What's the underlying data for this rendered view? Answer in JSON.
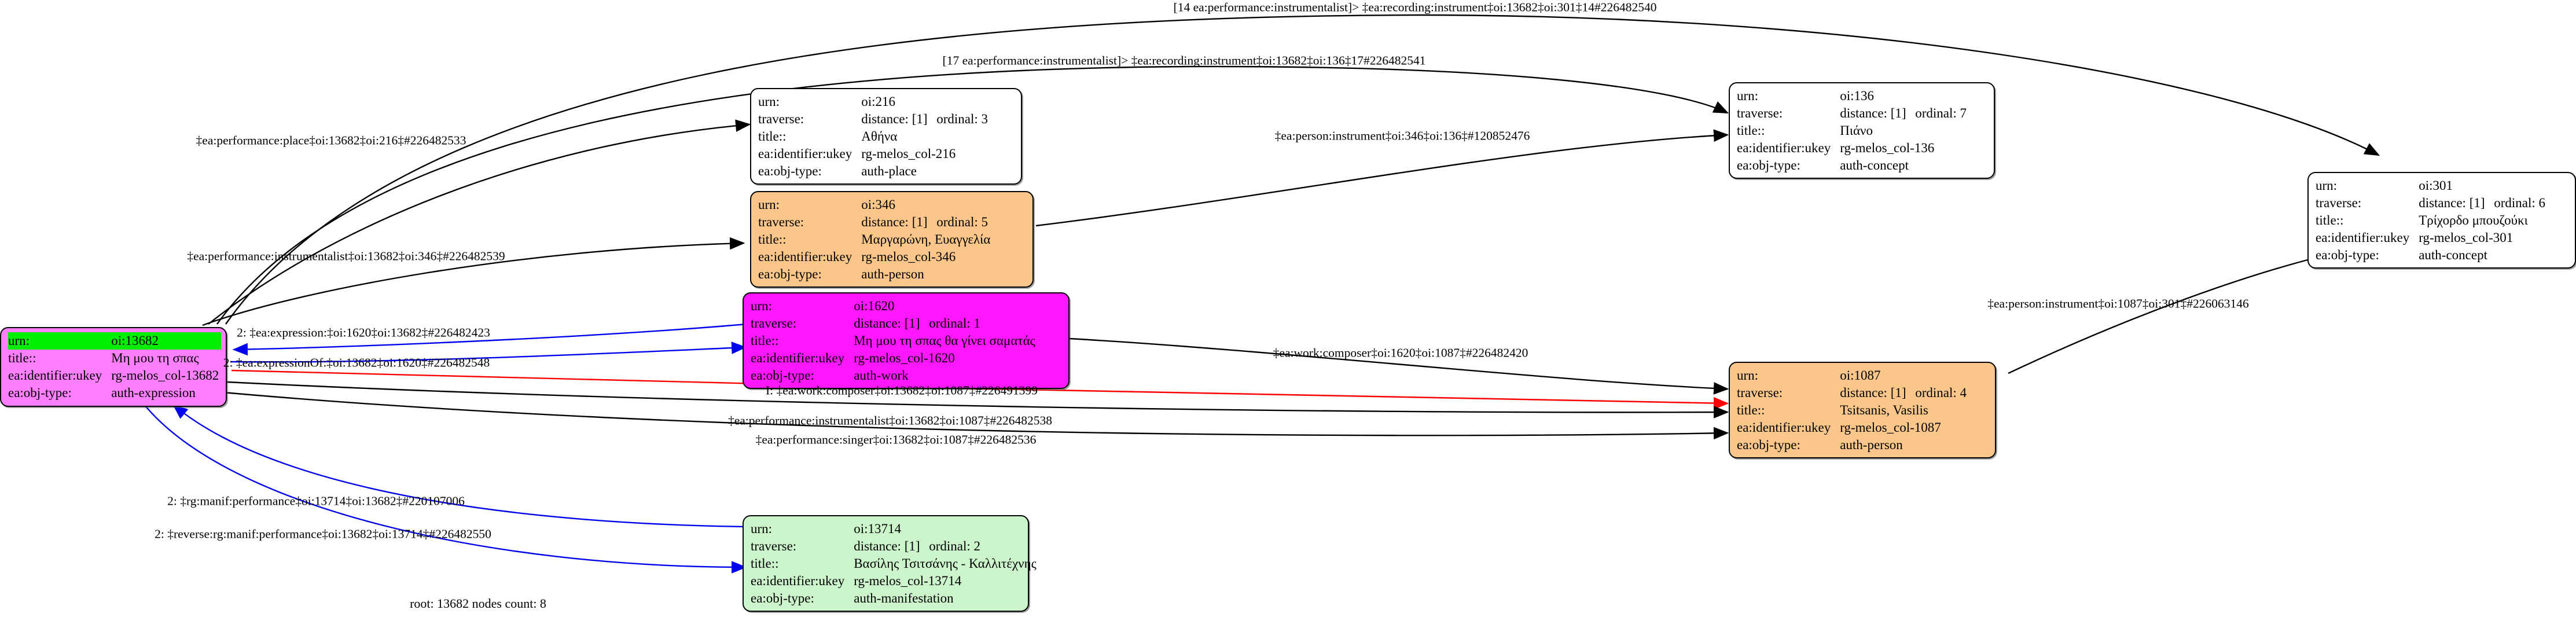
{
  "graph": {
    "caption": "root: 13682 nodes count: 8",
    "colors": {
      "edge_black": "#000000",
      "edge_blue": "#0000ee",
      "edge_red": "#ff0000",
      "node_expression": "#ff80ff",
      "node_work": "#ff18ff",
      "node_person": "#fbc68a",
      "node_manifestation": "#ccf5cc",
      "node_plain": "#ffffff",
      "highlight": "#00ee00"
    },
    "nodes": [
      {
        "id": "13682",
        "urn_label": "urn:",
        "urn_value": "oi:13682",
        "has_traverse": false,
        "traverse_label": "",
        "distance": "",
        "ordinal": "",
        "title_label": "title::",
        "title_value": "Μη μου τη σπας",
        "ukey_label": "ea:identifier:ukey",
        "ukey_value": "rg-melos_col-13682",
        "objtype_label": "ea:obj-type:",
        "objtype_value": "auth-expression",
        "highlight_urn": true
      },
      {
        "id": "216",
        "urn_label": "urn:",
        "urn_value": "oi:216",
        "has_traverse": true,
        "traverse_label": "traverse:",
        "distance": "distance: [1]",
        "ordinal": "ordinal: 3",
        "title_label": "title::",
        "title_value": "Αθήνα",
        "ukey_label": "ea:identifier:ukey",
        "ukey_value": "rg-melos_col-216",
        "objtype_label": "ea:obj-type:",
        "objtype_value": "auth-place",
        "highlight_urn": false
      },
      {
        "id": "346",
        "urn_label": "urn:",
        "urn_value": "oi:346",
        "has_traverse": true,
        "traverse_label": "traverse:",
        "distance": "distance: [1]",
        "ordinal": "ordinal: 5",
        "title_label": "title::",
        "title_value": "Μαργαρώνη, Ευαγγελία",
        "ukey_label": "ea:identifier:ukey",
        "ukey_value": "rg-melos_col-346",
        "objtype_label": "ea:obj-type:",
        "objtype_value": "auth-person",
        "highlight_urn": false
      },
      {
        "id": "1620",
        "urn_label": "urn:",
        "urn_value": "oi:1620",
        "has_traverse": true,
        "traverse_label": "traverse:",
        "distance": "distance: [1]",
        "ordinal": "ordinal: 1",
        "title_label": "title::",
        "title_value": "Μη μου τη σπας θα γίνει σαματάς",
        "ukey_label": "ea:identifier:ukey",
        "ukey_value": "rg-melos_col-1620",
        "objtype_label": "ea:obj-type:",
        "objtype_value": "auth-work",
        "highlight_urn": false
      },
      {
        "id": "136",
        "urn_label": "urn:",
        "urn_value": "oi:136",
        "has_traverse": true,
        "traverse_label": "traverse:",
        "distance": "distance: [1]",
        "ordinal": "ordinal: 7",
        "title_label": "title::",
        "title_value": "Πιάνο",
        "ukey_label": "ea:identifier:ukey",
        "ukey_value": "rg-melos_col-136",
        "objtype_label": "ea:obj-type:",
        "objtype_value": "auth-concept",
        "highlight_urn": false
      },
      {
        "id": "301",
        "urn_label": "urn:",
        "urn_value": "oi:301",
        "has_traverse": true,
        "traverse_label": "traverse:",
        "distance": "distance: [1]",
        "ordinal": "ordinal: 6",
        "title_label": "title::",
        "title_value": "Τρίχορδο μπουζούκι",
        "ukey_label": "ea:identifier:ukey",
        "ukey_value": "rg-melos_col-301",
        "objtype_label": "ea:obj-type:",
        "objtype_value": "auth-concept",
        "highlight_urn": false
      },
      {
        "id": "1087",
        "urn_label": "urn:",
        "urn_value": "oi:1087",
        "has_traverse": true,
        "traverse_label": "traverse:",
        "distance": "distance: [1]",
        "ordinal": "ordinal: 4",
        "title_label": "title::",
        "title_value": "Tsitsanis, Vasilis",
        "ukey_label": "ea:identifier:ukey",
        "ukey_value": "rg-melos_col-1087",
        "objtype_label": "ea:obj-type:",
        "objtype_value": "auth-person",
        "highlight_urn": false
      },
      {
        "id": "13714",
        "urn_label": "urn:",
        "urn_value": "oi:13714",
        "has_traverse": true,
        "traverse_label": "traverse:",
        "distance": "distance: [1]",
        "ordinal": "ordinal: 2",
        "title_label": "title::",
        "title_value": "Βασίλης Τσιτσάνης - Καλλιτέχνης",
        "ukey_label": "ea:identifier:ukey",
        "ukey_value": "rg-melos_col-13714",
        "objtype_label": "ea:obj-type:",
        "objtype_value": "auth-manifestation",
        "highlight_urn": false
      }
    ],
    "edges": [
      {
        "id": "e-301-top",
        "label": "[14 ea:performance:instrumentalist]> ‡ea:recording:instrument‡oi:13682‡oi:301‡14#226482540",
        "color": "#000000"
      },
      {
        "id": "e-136-top",
        "label": "[17 ea:performance:instrumentalist]> ‡ea:recording:instrument‡oi:13682‡oi:136‡17#226482541",
        "color": "#000000"
      },
      {
        "id": "e-place-216",
        "label": "‡ea:performance:place‡oi:13682‡oi:216‡#226482533",
        "color": "#000000"
      },
      {
        "id": "e-instr-346",
        "label": "‡ea:performance:instrumentalist‡oi:13682‡oi:346‡#226482539",
        "color": "#000000"
      },
      {
        "id": "e-person-136",
        "label": "‡ea:person:instrument‡oi:346‡oi:136‡#120852476",
        "color": "#000000"
      },
      {
        "id": "e-expression",
        "label": "2: ‡ea:expression:‡oi:1620‡oi:13682‡#226482423",
        "color": "#0000ee"
      },
      {
        "id": "e-expressionof",
        "label": "2: ‡ea:expressionOf:‡oi:13682‡oi:1620‡#226482548",
        "color": "#0000ee"
      },
      {
        "id": "e-work-composer",
        "label": "‡ea:work:composer‡oi:1620‡oi:1087‡#226482420",
        "color": "#000000"
      },
      {
        "id": "e-person-301",
        "label": "‡ea:person:instrument‡oi:1087‡oi:301‡#226063146",
        "color": "#000000"
      },
      {
        "id": "e-I-composer",
        "label": "I: ‡ea:work:composer‡oi:13682‡oi:1087‡#226491399",
        "color": "#ff0000"
      },
      {
        "id": "e-instr-1087",
        "label": "‡ea:performance:instrumentalist‡oi:13682‡oi:1087‡#226482538",
        "color": "#000000"
      },
      {
        "id": "e-singer-1087",
        "label": "‡ea:performance:singer‡oi:13682‡oi:1087‡#226482536",
        "color": "#000000"
      },
      {
        "id": "e-manif-perf",
        "label": "2: ‡rg:manif:performance‡oi:13714‡oi:13682‡#220107006",
        "color": "#0000ee"
      },
      {
        "id": "e-rev-manif",
        "label": "2: ‡reverse:rg:manif:performance‡oi:13682‡oi:13714‡#226482550",
        "color": "#0000ee"
      }
    ]
  }
}
